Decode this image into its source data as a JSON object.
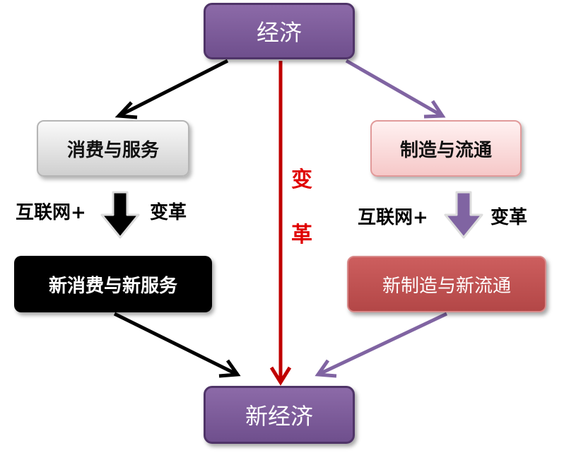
{
  "nodes": {
    "economy": "经济",
    "consumption_services": "消费与服务",
    "manufacturing_circulation": "制造与流通",
    "new_consumption_services": "新消费与新服务",
    "new_manufacturing_circulation": "新制造与新流通",
    "new_economy": "新经济"
  },
  "labels": {
    "internet_plus_left": "互联网+",
    "change_left": "变革",
    "internet_plus_right": "互联网+",
    "change_right": "变革",
    "reform": [
      "变",
      "革"
    ]
  },
  "colors": {
    "black_arrow": "#000000",
    "red_arrow": "#c00000",
    "purple_arrow": "#8064a2"
  }
}
